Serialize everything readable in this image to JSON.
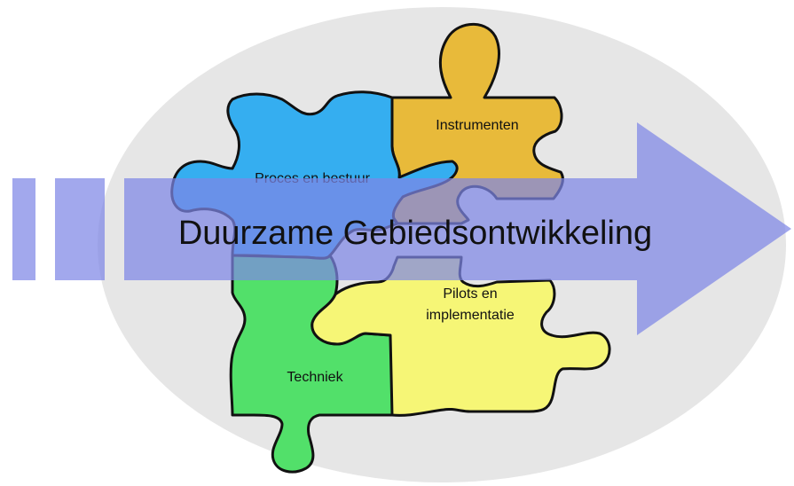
{
  "diagram": {
    "title": "Duurzame Gebiedsontwikkeling",
    "pieces": [
      {
        "key": "proces",
        "label": "Proces en bestuur",
        "color": "#35AEF0"
      },
      {
        "key": "instrumenten",
        "label": "Instrumenten",
        "color": "#E8BA3A"
      },
      {
        "key": "techniek",
        "label": "Techniek",
        "color": "#52E06A"
      },
      {
        "key": "pilots",
        "label_line1": "Pilots en",
        "label_line2": "implementatie",
        "color": "#F6F676"
      }
    ],
    "colors": {
      "background_ellipse": "#E6E6E6",
      "arrow": "#7E86E6",
      "outline": "#111111"
    }
  }
}
